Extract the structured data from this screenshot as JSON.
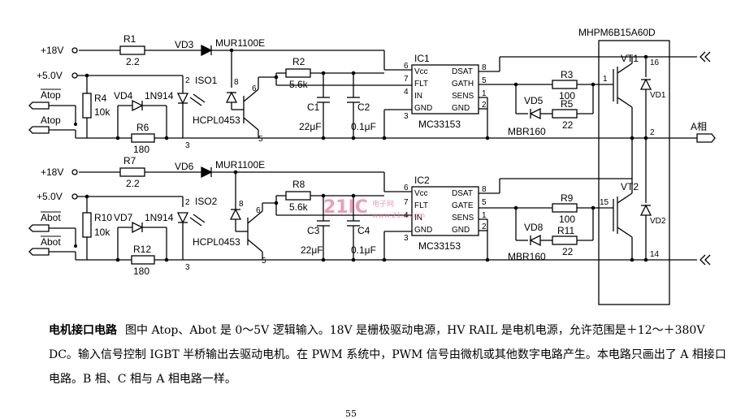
{
  "labels": {
    "plus18v_a": "+18V",
    "plus18v_b": "+18V",
    "plus5v_a": "+5.0V",
    "plus5v_b": "+5.0V",
    "atop1": "Atop",
    "atop2": "Atop",
    "abot1": "Abot",
    "abot2": "Abot",
    "r1": "R1",
    "r1v": "2.2",
    "r7": "R7",
    "r7v": "2.2",
    "vd3": "VD3",
    "vd3p": "MUR1100E",
    "vd6": "VD6",
    "vd6p": "MUR1100E",
    "r2": "R2",
    "r2v": "5.6k",
    "r8": "R8",
    "r8v": "5.6k",
    "r4": "R4",
    "r4v": "10k",
    "r10": "R10",
    "r10v": "10k",
    "vd4": "VD4",
    "vd4p": "1N914",
    "vd7": "VD7",
    "vd7p": "1N914",
    "r6": "R6",
    "r6v": "180",
    "r12": "R12",
    "r12v": "180",
    "iso1": "ISO1",
    "iso2": "ISO2",
    "hcpl1": "HCPL0453",
    "hcpl2": "HCPL0453",
    "c1": "C1",
    "c1v": "22μF",
    "c2": "C2",
    "c2v": "0.1μF",
    "c3": "C3",
    "c3v": "22μF",
    "c4": "C4",
    "c4v": "0.1μF",
    "ic1": "IC1",
    "ic2": "IC2",
    "mc1": "MC33153",
    "mc2": "MC33153",
    "vcc": "Vcc",
    "flt": "FLT",
    "in": "IN",
    "gnd": "GND",
    "dsat": "DSAT",
    "gath": "GATH",
    "gate": "GATE",
    "sens": "SENS",
    "r3": "R3",
    "r3v": "100",
    "r5": "R5",
    "r5v": "22",
    "r9": "R9",
    "r9v": "100",
    "r11": "R11",
    "r11v": "22",
    "vd5": "VD5",
    "vd8": "VD8",
    "mbr1": "MBR160",
    "mbr2": "MBR160",
    "module": "MHPM6B15A60D",
    "vt1": "VT1",
    "vt2": "VT2",
    "vd1": "VD1",
    "vd2": "VD2",
    "p16": "16",
    "p2": "2",
    "p15": "15",
    "p14": "14",
    "phase_a": "A相",
    "pin6": "6",
    "pin7": "7",
    "pin4": "4",
    "pin3": "3",
    "pin8": "8",
    "pin5": "5",
    "pin1": "1",
    "pin2": "2",
    "hpin8": "8",
    "hpin6": "6",
    "hpin5": "5",
    "opin2": "2",
    "opin3": "3"
  },
  "watermark": {
    "logo": "21IC",
    "site": "电子网",
    "url": "www.21ic.com"
  },
  "caption": {
    "title": "电机接口电路",
    "text": "图中 Atop、Abot 是 0～5V 逻辑输入。18V 是栅极驱动电源，HV RAIL 是电机电源，允许范围是＋12～＋380V DC。输入信号控制 IGBT 半桥输出去驱动电机。在 PWM 系统中，PWM 信号由微机或其他数字电路产生。本电路只画出了 A 相接口电路。B 相、C 相与 A 相电路一样。"
  },
  "page_number": "55"
}
